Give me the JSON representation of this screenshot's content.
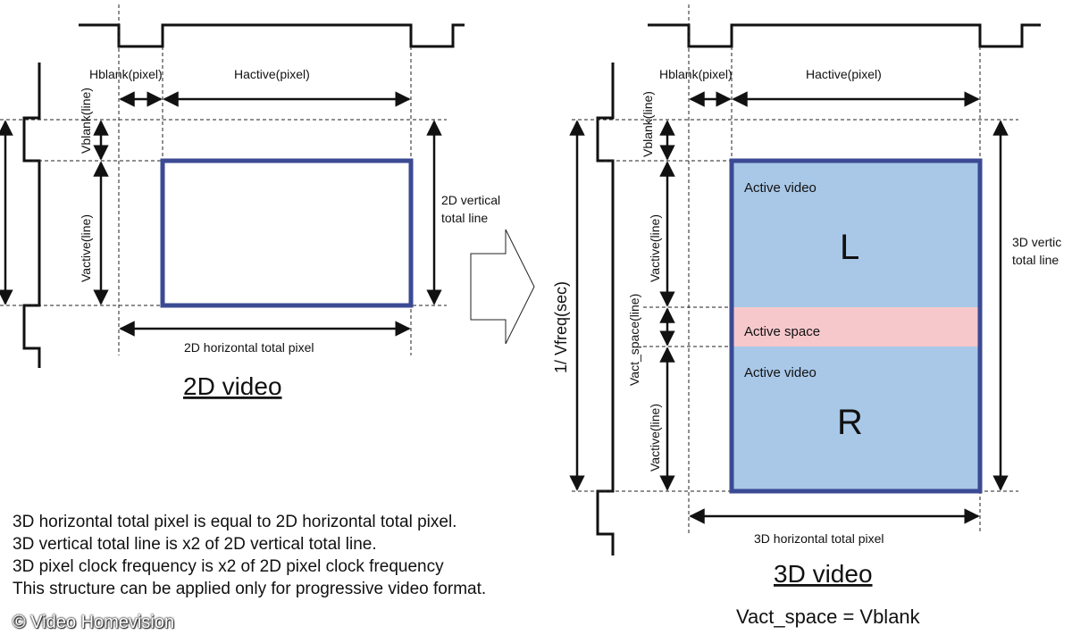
{
  "left": {
    "hblank": "Hblank(pixel)",
    "hactive": "Hactive(pixel)",
    "vblank": "Vblank(line)",
    "vactive": "Vactive(line)",
    "vertical_total": [
      "2D vertical",
      "total line"
    ],
    "horizontal_total": "2D horizontal total pixel",
    "title": "2D video"
  },
  "right": {
    "hblank": "Hblank(pixel)",
    "hactive": "Hactive(pixel)",
    "vblank": "Vblank(line)",
    "vactive_top": "Vactive(line)",
    "vact_space": "Vact_space(line)",
    "vactive_bottom": "Vactive(line)",
    "period": "1/ Vfreq(sec)",
    "vertical_total": [
      "3D vertic",
      "total line"
    ],
    "horizontal_total": "3D horizontal total pixel",
    "active_video_top": "Active video",
    "letter_left": "L",
    "active_space": "Active space",
    "active_video_bottom": "Active video",
    "letter_right": "R",
    "title": "3D video",
    "equation": "Vact_space = Vblank"
  },
  "notes": [
    "3D horizontal total pixel is equal to 2D horizontal total pixel.",
    "3D vertical total line is x2 of  2D vertical total line.",
    "3D pixel clock frequency is x2 of 2D pixel clock frequency",
    "This structure can be applied only for progressive video format."
  ],
  "credit": "© Video Homevision",
  "colors": {
    "frame_border": "#3b4a93",
    "active_video_fill": "#a9c8e8",
    "active_space_fill": "#f6c8cc",
    "line": "#111111"
  }
}
